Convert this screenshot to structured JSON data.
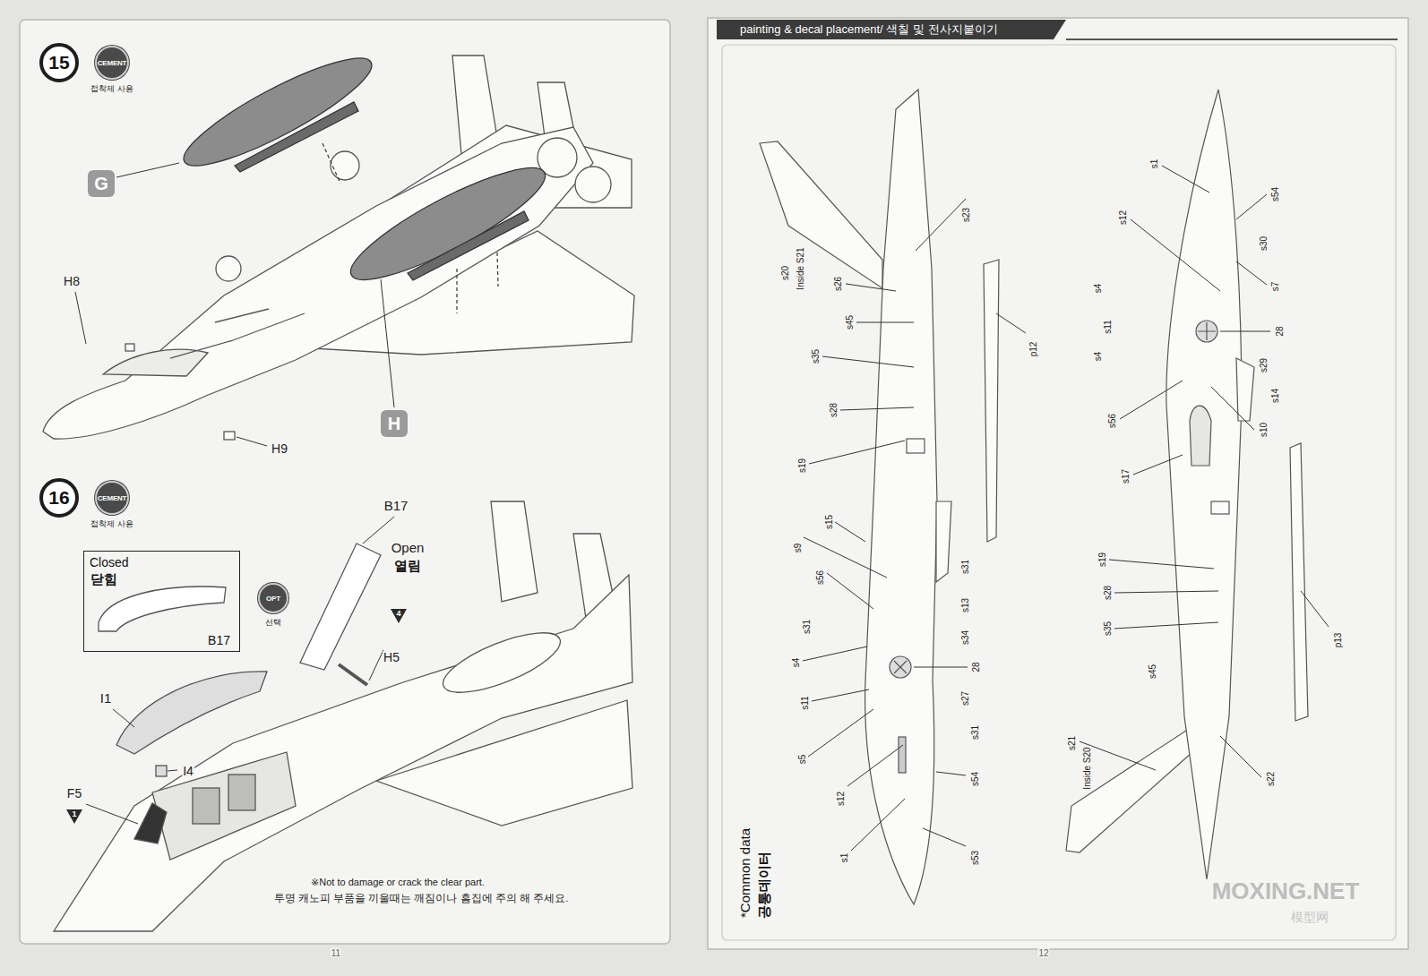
{
  "diagram": {
    "nodes": [
      {
        "text": [
          "15"
        ]
      },
      {
        "text": [
          "CEMENT",
          "접착제 사용"
        ]
      },
      {
        "text": [
          "G"
        ]
      },
      {
        "text": [
          "H"
        ]
      },
      {
        "text": [
          "16"
        ]
      },
      {
        "text": [
          "CEMENT",
          "접착제 사용"
        ]
      },
      {
        "text": [
          "Closed",
          "닫힘",
          "B17"
        ]
      },
      {
        "text": [
          "OPT",
          "선택"
        ]
      },
      {
        "text": [
          "4"
        ]
      },
      {
        "text": [
          "1"
        ]
      },
      {
        "text": [
          "painting & decal placement/ 색칠 및 전사지붙이기"
        ]
      }
    ],
    "labels": [
      "H8",
      "H9",
      "B17",
      "Open",
      "열림",
      "H5",
      "I1",
      "I4",
      "F5",
      "※Not to damage or crack the clear part.",
      "투명 캐노피 부품을 끼울때는 깨짐이나 흠집에 주의 해 주세요.",
      "11",
      "s20",
      "Inside S21",
      "s23",
      "s26",
      "s45",
      "s35",
      "s28",
      "s19",
      "s15",
      "s9",
      "s56",
      "s31",
      "s31",
      "s13",
      "s34",
      "s4",
      "28",
      "s11",
      "s27",
      "s31",
      "s5",
      "s12",
      "s54",
      "s1",
      "s53",
      "p12",
      "*Common data",
      "공통데이터",
      "s1",
      "s12",
      "s54",
      "s30",
      "s7",
      "s4",
      "s11",
      "28",
      "s4",
      "s29",
      "s14",
      "s56",
      "s10",
      "s17",
      "s19",
      "s28",
      "s35",
      "s45",
      "s21",
      "Inside S20",
      "s22",
      "p13",
      "12",
      "MOXING.NET",
      "模型网"
    ]
  }
}
